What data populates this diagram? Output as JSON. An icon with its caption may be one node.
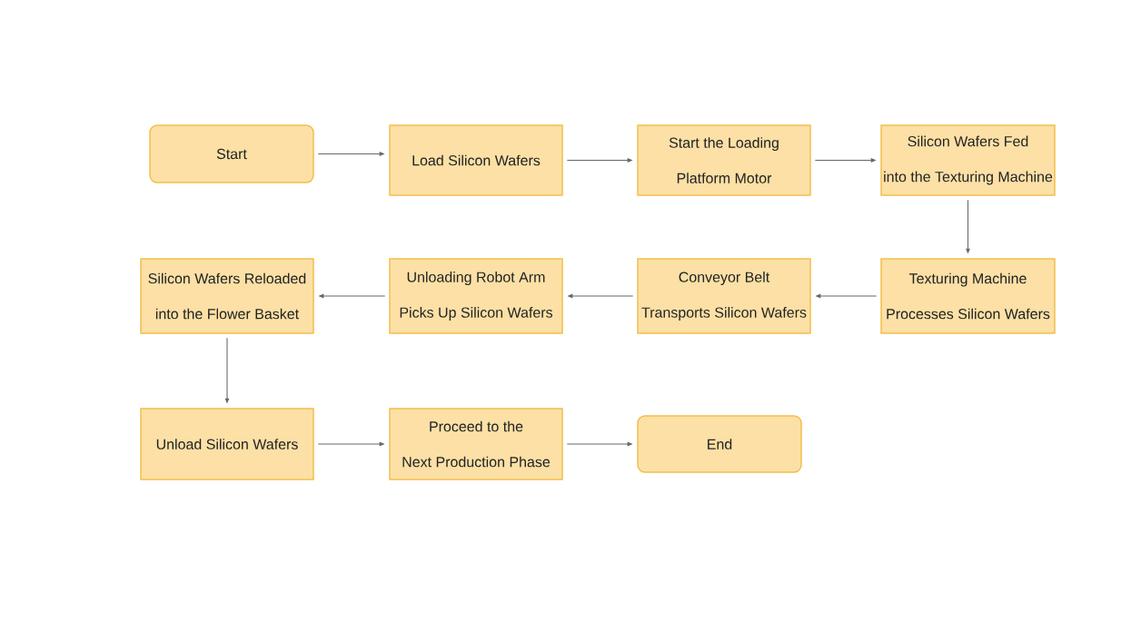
{
  "diagram": {
    "nodes": [
      {
        "text": [
          "Start"
        ]
      },
      {
        "text": [
          "Load Silicon Wafers"
        ]
      },
      {
        "text": [
          "Start the Loading Platform Motor"
        ]
      },
      {
        "text": [
          "Silicon Wafers Fed into the Texturing Machine"
        ]
      },
      {
        "text": [
          "Texturing Machine Processes Silicon Wafers"
        ]
      },
      {
        "text": [
          "Conveyor Belt Transports Silicon Wafers"
        ]
      },
      {
        "text": [
          "Unloading Robot Arm Picks Up Silicon Wafers"
        ]
      },
      {
        "text": [
          "Silicon Wafers Reloaded into the Flower Basket"
        ]
      },
      {
        "text": [
          "Unload Silicon Wafers"
        ]
      },
      {
        "text": [
          "Proceed to the Next Production Phase"
        ]
      },
      {
        "text": [
          "End"
        ]
      }
    ],
    "edges": [
      {
        "from": 0,
        "to": 1,
        "arrow": "to"
      },
      {
        "from": 1,
        "to": 2,
        "arrow": "to"
      },
      {
        "from": 2,
        "to": 3,
        "arrow": "to"
      },
      {
        "from": 3,
        "to": 4,
        "arrow": "to"
      },
      {
        "from": 4,
        "to": 5,
        "arrow": "to"
      },
      {
        "from": 5,
        "to": 6,
        "arrow": "to"
      },
      {
        "from": 6,
        "to": 7,
        "arrow": "to"
      },
      {
        "from": 7,
        "to": 8,
        "arrow": "to"
      },
      {
        "from": 8,
        "to": 9,
        "arrow": "to"
      },
      {
        "from": 9,
        "to": 10,
        "arrow": "to"
      }
    ]
  }
}
